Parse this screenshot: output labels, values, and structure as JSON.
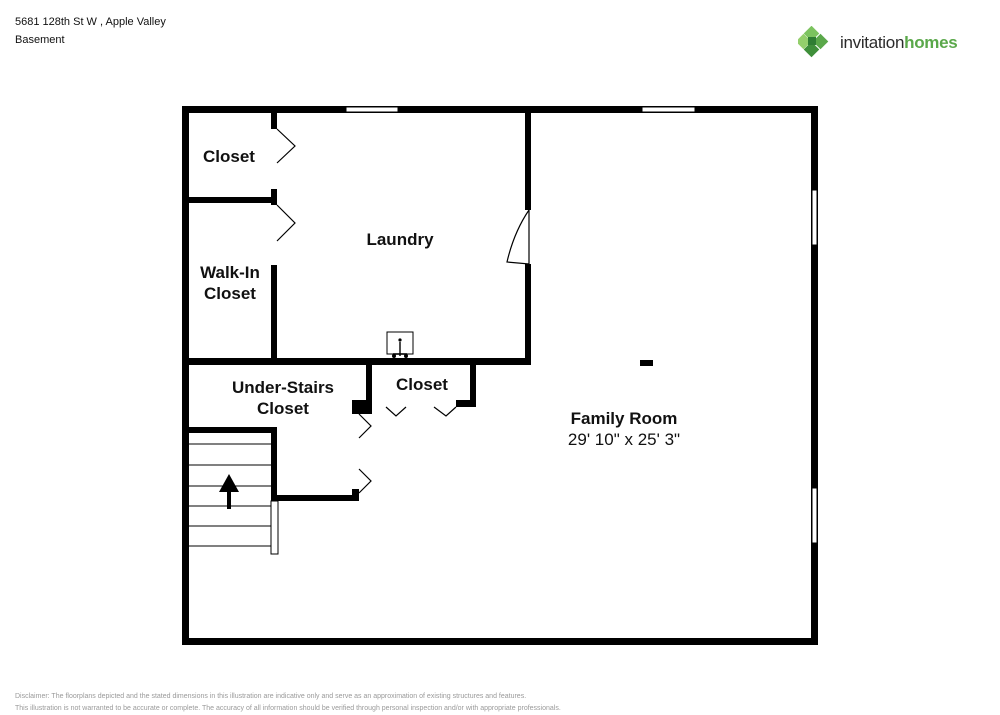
{
  "header": {
    "address": "5681 128th St W , Apple Valley",
    "level": "Basement"
  },
  "logo": {
    "icon": "clover-logo-icon",
    "brand_prefix": "invitation",
    "brand_suffix": "homes",
    "colors": {
      "green": "#5aa84a",
      "dark_green": "#3f8f3a",
      "text": "#2b2b2b"
    }
  },
  "rooms": {
    "closet_top": "Closet",
    "laundry": "Laundry",
    "walk_in_line1": "Walk-In",
    "walk_in_line2": "Closet",
    "under_stairs_line1": "Under-Stairs",
    "under_stairs_line2": "Closet",
    "closet_middle": "Closet",
    "family_room": "Family Room",
    "family_room_dims": "29' 10\" x 25' 3\""
  },
  "disclaimer": {
    "line1": "Disclaimer: The floorplans depicted and the stated dimensions in this illustration are indicative only and serve as an approximation of existing structures and features.",
    "line2": "This illustration is not warranted to be accurate or complete. The accuracy of all information should be verified through personal inspection and/or with appropriate professionals."
  },
  "icons": [
    "stairs-arrow-icon",
    "washer-dryer-icon",
    "door-swing-icon",
    "window-icon"
  ]
}
